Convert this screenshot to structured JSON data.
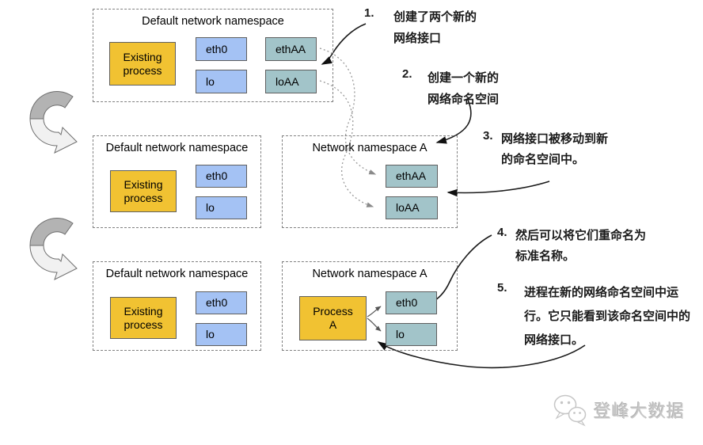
{
  "stage1": {
    "title": "Default network namespace",
    "process": "Existing process",
    "eth0": "eth0",
    "lo": "lo",
    "ethAA": "ethAA",
    "loAA": "loAA"
  },
  "stage2": {
    "left_title": "Default network namespace",
    "process": "Existing process",
    "eth0": "eth0",
    "lo": "lo",
    "right_title": "Network namespace A",
    "ethAA": "ethAA",
    "loAA": "loAA"
  },
  "stage3": {
    "left_title": "Default network namespace",
    "process": "Existing process",
    "eth0": "eth0",
    "lo": "lo",
    "right_title": "Network namespace A",
    "process_a": "Process A",
    "eth0_renamed": "eth0",
    "lo_renamed": "lo"
  },
  "annotations": {
    "a1": {
      "num": "1.",
      "line1": "创建了两个新的",
      "line2": "网络接口"
    },
    "a2": {
      "num": "2.",
      "line1": "创建一个新的",
      "line2": "网络命名空间"
    },
    "a3": {
      "num": "3.",
      "line1": "网络接口被移动到新",
      "line2": "的命名空间中。"
    },
    "a4": {
      "num": "4.",
      "line1": "然后可以将它们重命名为",
      "line2": "标准名称。"
    },
    "a5": {
      "num": "5.",
      "line1": "进程在新的网络命名空间中运",
      "line2": "行。它只能看到该命名空间中的",
      "line3": "网络接口。"
    }
  },
  "watermark": {
    "text": "登峰大数据",
    "logo": "wechat-chat-bubbles-icon"
  },
  "colors": {
    "process_fill": "#F1C232",
    "interface_default_fill": "#A4C2F4",
    "interface_new_fill": "#A2C4C9",
    "node_border": "#5f5f5f",
    "namespace_border": "#808080",
    "annotation_text": "#1a1a1a",
    "transition_arrow_dark": "#b3b3b3",
    "transition_arrow_light": "#f1f1f1"
  }
}
